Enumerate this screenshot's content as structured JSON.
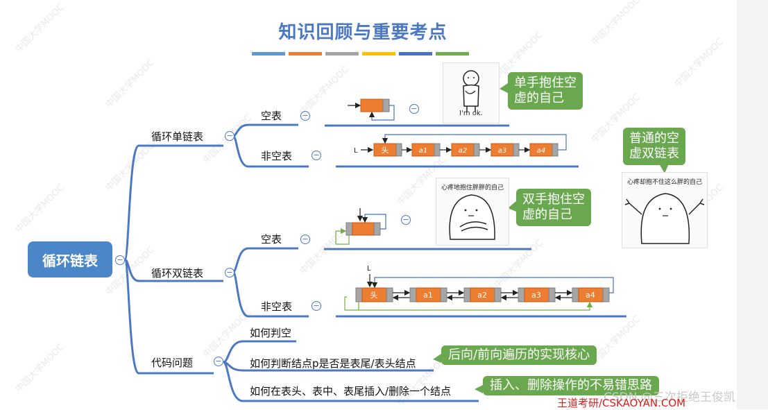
{
  "title": "知识回顾与重要考点",
  "title_bar_colors": [
    "#5b9bd5",
    "#ed7d31",
    "#a5a5a5",
    "#ffc000",
    "#4472c4",
    "#70ad47"
  ],
  "root_label": "循环链表",
  "collapse_symbol": "−",
  "watermark_text": "中国大学MOOC",
  "branches": {
    "single": {
      "label": "循环单链表",
      "empty_label": "空表",
      "nonempty_label": "非空表"
    },
    "double": {
      "label": "循环双链表",
      "empty_label": "空表",
      "nonempty_label": "非空表"
    },
    "code": {
      "label": "代码问题",
      "items": [
        "如何判空",
        "如何判断结点p是否是表尾/表头结点",
        "如何在表头、表中、表尾插入/删除一个结点"
      ]
    }
  },
  "diagram": {
    "list_name": "L",
    "head_label": "头",
    "single_nodes": [
      "a1",
      "a2",
      "a3",
      "a4"
    ],
    "double_nodes": [
      "a1",
      "a2",
      "a3",
      "a4"
    ],
    "node_color": "#ed7d31",
    "pointer_color": "#a6a6a6",
    "double_link_color": "#70ad47"
  },
  "callouts": {
    "single": [
      "单手抱住空",
      "虚的自己"
    ],
    "double": [
      "双手抱住空",
      "虚的自己"
    ],
    "ordinary": [
      "普通的空",
      "虚双链表"
    ],
    "code_traverse": "后向/前向遍历的实现核心",
    "code_insert": "插入、删除操作的不易错思路"
  },
  "stickers": {
    "ok_caption": "I'm ok.",
    "double_caption": "心疼地抱住胖胖的自己",
    "ordinary_caption": "心疼却抱不住这么胖的自己"
  },
  "footer": {
    "csdn": "CSDN @三次拒绝王俊凯",
    "site": "王道考研/CSKAOYAN.COM"
  },
  "colors": {
    "branch_line": "#4a78c2",
    "root_bg": "#4a86c8",
    "callout_bg": "#6aa84f",
    "title": "#4a78c2"
  }
}
